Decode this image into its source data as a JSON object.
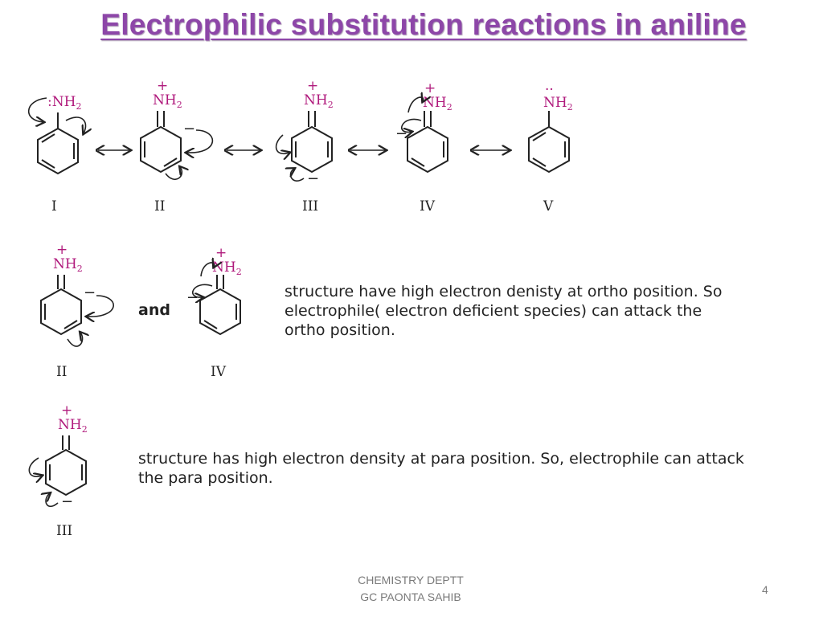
{
  "slide": {
    "title": "Electrophilic substitution reactions in aniline",
    "title_color": "#8d46a8",
    "accent_color": "#b01a7c"
  },
  "resonance": {
    "structures": [
      {
        "label": "I",
        "group": ":NH",
        "subscript": "2"
      },
      {
        "label": "II",
        "charge": "+",
        "group": "NH",
        "subscript": "2"
      },
      {
        "label": "III",
        "charge": "+",
        "group": "NH",
        "subscript": "2"
      },
      {
        "label": "IV",
        "charge": "+",
        "group": "NH",
        "subscript": "2"
      },
      {
        "label": "V",
        "group": "NH",
        "subscript": "2",
        "dots": "··"
      }
    ]
  },
  "ortho": {
    "connector": "and",
    "text_line1": "structure have high electron denisty at ortho position. So",
    "text_line2": "electrophile( electron deficient species) can attack the",
    "text_line3": "ortho position."
  },
  "para": {
    "text_line1": "structure has high electron density at para position. So, electrophile can attack",
    "text_line2": "the para position."
  },
  "footer": {
    "line1": "CHEMISTRY DEPTT",
    "line2": "GC PAONTA SAHIB",
    "page_number": "4"
  }
}
